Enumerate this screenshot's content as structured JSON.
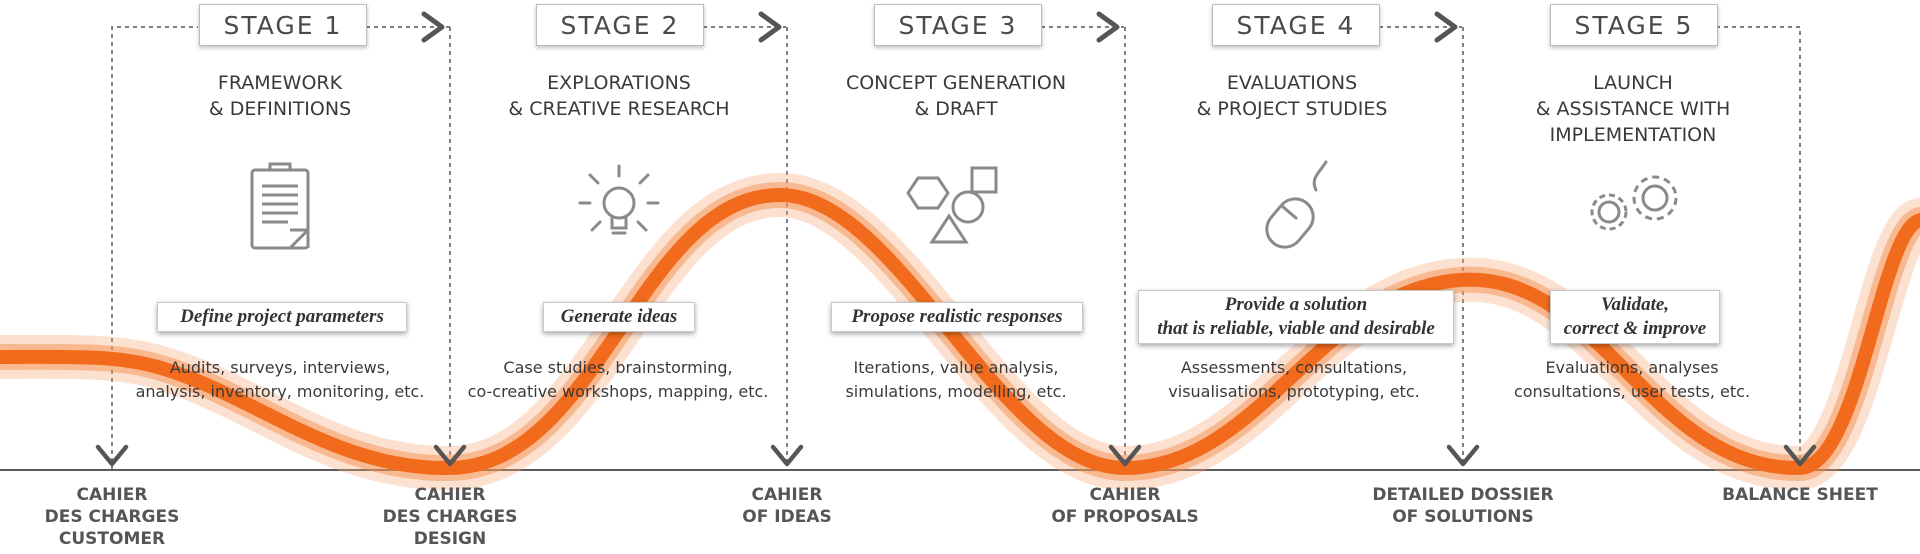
{
  "stages": [
    {
      "label": "STAGE 1",
      "title_1": "FRAMEWORK",
      "title_2": "& DEFINITIONS",
      "title_3": "",
      "goal_1": "Define project parameters",
      "goal_2": "",
      "detail_1": "Audits, surveys, interviews,",
      "detail_2": "analysis, inventory, monitoring, etc.",
      "icon": "clipboard-icon"
    },
    {
      "label": "STAGE 2",
      "title_1": "EXPLORATIONS",
      "title_2": "& CREATIVE RESEARCH",
      "title_3": "",
      "goal_1": "Generate ideas",
      "goal_2": "",
      "detail_1": "Case studies, brainstorming,",
      "detail_2": "co-creative workshops, mapping, etc.",
      "icon": "lightbulb-icon"
    },
    {
      "label": "STAGE 3",
      "title_1": "CONCEPT GENERATION",
      "title_2": "& DRAFT",
      "title_3": "",
      "goal_1": "Propose realistic responses",
      "goal_2": "",
      "detail_1": "Iterations, value analysis,",
      "detail_2": "simulations, modelling, etc.",
      "icon": "shapes-icon"
    },
    {
      "label": "STAGE 4",
      "title_1": "EVALUATIONS",
      "title_2": "& PROJECT STUDIES",
      "title_3": "",
      "goal_1": "Provide a solution",
      "goal_2": "that is reliable, viable and desirable",
      "detail_1": "Assessments, consultations,",
      "detail_2": "visualisations, prototyping, etc.",
      "icon": "mouse-icon"
    },
    {
      "label": "STAGE 5",
      "title_1": "LAUNCH",
      "title_2": "& ASSISTANCE WITH",
      "title_3": "IMPLEMENTATION",
      "goal_1": "Validate,",
      "goal_2": "correct & improve",
      "detail_1": "Evaluations, analyses",
      "detail_2": "consultations, user tests, etc.",
      "icon": "gears-icon"
    }
  ],
  "milestones": [
    {
      "line_1": "CAHIER",
      "line_2": "DES CHARGES",
      "line_3": "CUSTOMER"
    },
    {
      "line_1": "CAHIER",
      "line_2": "DES CHARGES",
      "line_3": "DESIGN"
    },
    {
      "line_1": "CAHIER",
      "line_2": "OF IDEAS",
      "line_3": ""
    },
    {
      "line_1": "CAHIER",
      "line_2": "OF PROPOSALS",
      "line_3": ""
    },
    {
      "line_1": "DETAILED DOSSIER",
      "line_2": "OF SOLUTIONS",
      "line_3": ""
    },
    {
      "line_1": "BALANCE SHEET",
      "line_2": "",
      "line_3": ""
    }
  ],
  "colors": {
    "curve": "#f26b1d",
    "curve_glow": "#f7a878",
    "lines": "#4a4a4a",
    "text": "#3a3a3a",
    "icon": "#8a8a8a"
  }
}
